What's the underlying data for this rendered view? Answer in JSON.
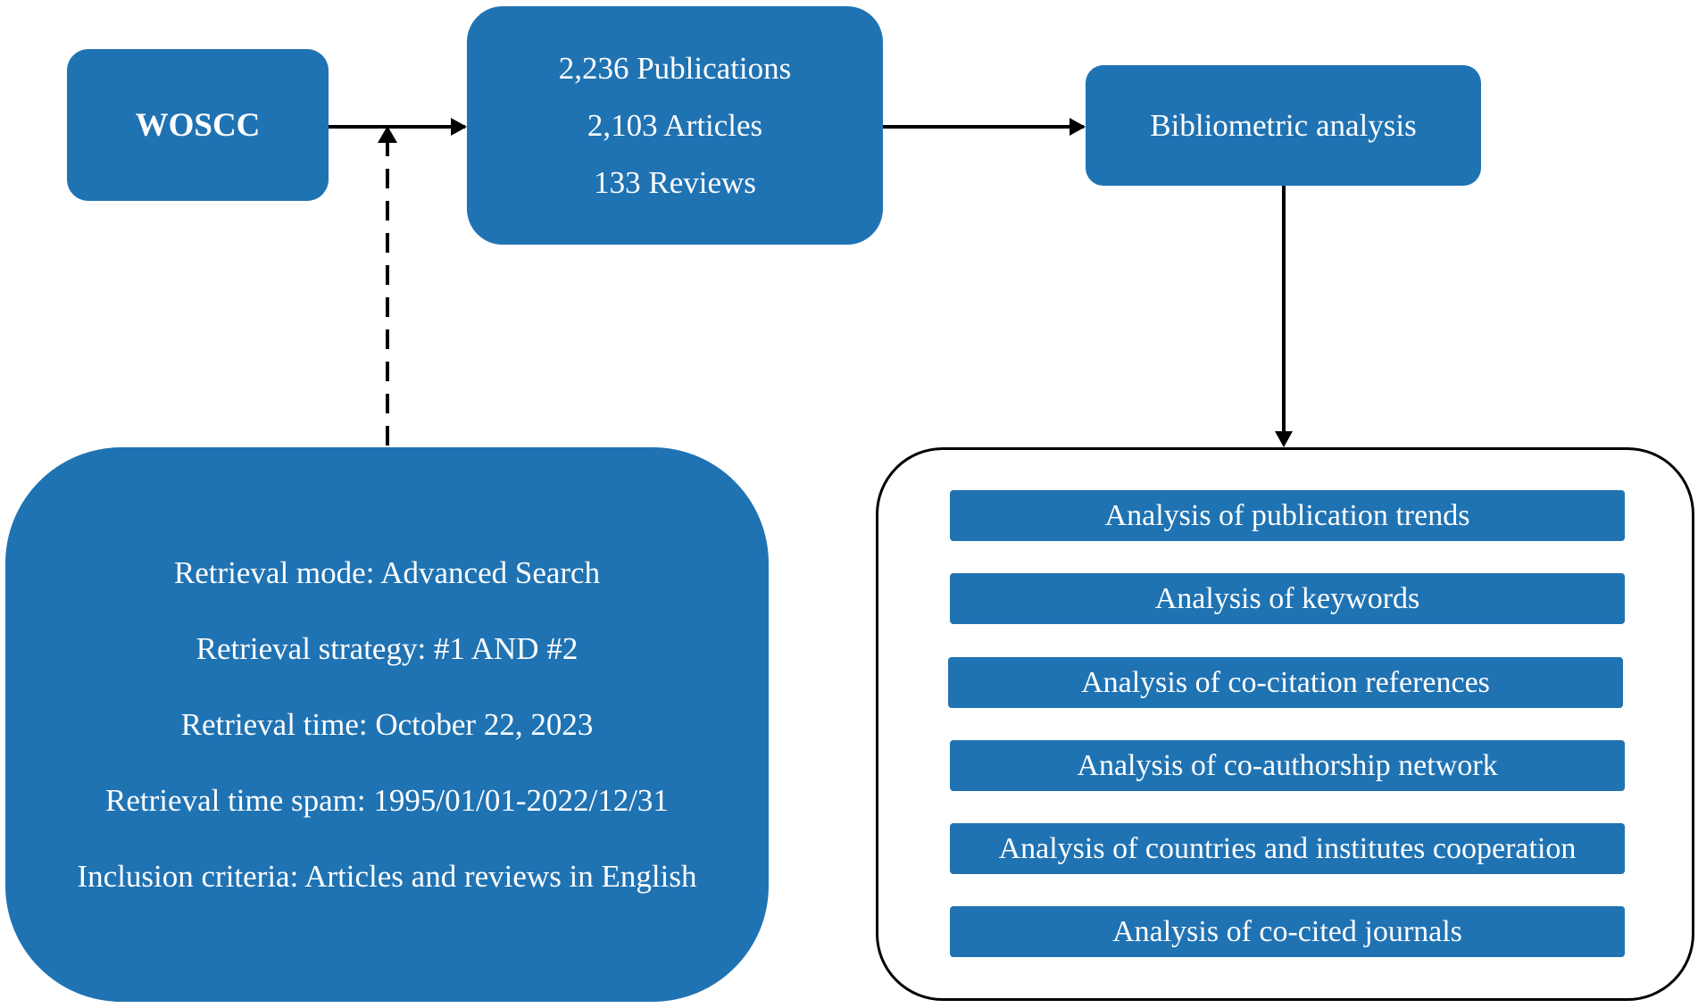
{
  "source": {
    "label": "WOSCC"
  },
  "publications": {
    "lines": [
      "2,236 Publications",
      "2,103 Articles",
      "133 Reviews"
    ]
  },
  "bibliometric": {
    "label": "Bibliometric analysis"
  },
  "retrieval": {
    "lines": [
      "Retrieval mode: Advanced Search",
      "Retrieval strategy: #1 AND #2",
      "Retrieval time: October 22, 2023",
      "Retrieval time spam: 1995/01/01-2022/12/31",
      "Inclusion criteria: Articles and reviews in English"
    ]
  },
  "analyses": {
    "items": [
      "Analysis of publication trends",
      "Analysis of keywords",
      "Analysis of co-citation references",
      "Analysis of co-authorship network",
      "Analysis of countries and institutes cooperation",
      "Analysis of co-cited journals"
    ]
  },
  "colors": {
    "box_fill": "#2073b3",
    "text": "#ffffff",
    "line": "#000000"
  }
}
